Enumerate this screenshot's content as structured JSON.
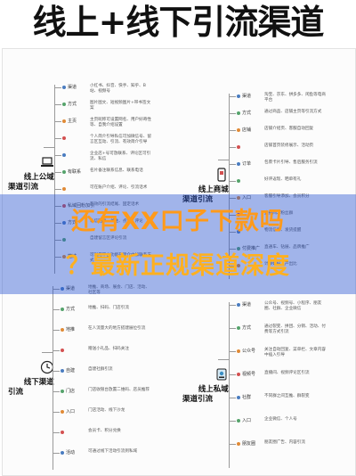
{
  "title": "线上+线下引流渠道",
  "overlay": {
    "line1": "还有XX口子下款吗",
    "line2": "？最新正规渠道深度",
    "color": "#ffa51f"
  },
  "colors": {
    "node_dot": "#4a7cc0",
    "line": "#9a9a9a",
    "overlay": "#2350d2"
  },
  "online_public": {
    "root": "线上公域\n渠道引流",
    "icon": "laptop-icon",
    "branches": [
      {
        "label": "渠道",
        "leaf": "小红书、抖音、快手、知乎、B站、视频号"
      },
      {
        "label": "方式",
        "leaf": "图片图文、短视频图片+带书签文案"
      },
      {
        "label": "主页",
        "leaf": "主页昵称可设置网名、用户好奇性等、自我介绍设置"
      },
      {
        "label": "",
        "leaf": "个人简介引导私信可加微信号、留言区互动、引流、有效简介引导"
      },
      {
        "label": "",
        "leaf": "企业店+号可放联系、评论区可引流、私信"
      },
      {
        "label": "有联系",
        "leaf": "名片备注联系信息、联系电话"
      },
      {
        "label": "",
        "leaf": "可在账户介绍、评论、引流话术"
      },
      {
        "label": "私域回粉加引",
        "leaf": "有效的引流结尾、固定话术"
      },
      {
        "label": "方式",
        "leaf": "私信回复、关注、点赞、评论"
      },
      {
        "label": "",
        "leaf": "自建留言区评论引流"
      },
      {
        "label": "描述",
        "leaf": "可利用平台功能在简介中加联系方式"
      }
    ]
  },
  "online_commerce": {
    "root": "线上商城\n渠道引流",
    "icon": "phone-icon",
    "branches": [
      {
        "label": "渠道",
        "leaf": "淘宝、京东、拼多多、闲鱼等电商平台"
      },
      {
        "label": "方式",
        "leaf": "通过商品、店铺主页等引流方式"
      },
      {
        "label": "店铺",
        "leaf": "店铺介绍页、客服自动回复"
      },
      {
        "label": "",
        "leaf": "店铺首页装修展示、活动页"
      },
      {
        "label": "订单",
        "leaf": "包裹卡片引导、售后服务引流"
      },
      {
        "label": "",
        "leaf": "好评返现、晒单有礼"
      },
      {
        "label": "入口",
        "leaf": "客服引导添加、会员积分"
      },
      {
        "label": "",
        "leaf": "直播间、粉丝群"
      },
      {
        "label": "",
        "leaf": "物流信息、发货提醒"
      },
      {
        "label": "付费推广",
        "leaf": "直通车、钻展、品牌推广"
      },
      {
        "label": "",
        "leaf": "计算好投入产出比"
      }
    ]
  },
  "offline": {
    "root": "线下渠道\n引流",
    "icon": "clock-icon",
    "branches": [
      {
        "label": "渠道",
        "leaf": "地推、商场、展会、门店、活动、社区等"
      },
      {
        "label": "方式",
        "leaf": "地推、扫码、门店引流"
      },
      {
        "label": "地推",
        "leaf": "在人流量大的地方搭建展位引流"
      },
      {
        "label": "",
        "leaf": "赠送小礼品、扫码关注"
      },
      {
        "label": "自建",
        "leaf": "自建社群引流"
      },
      {
        "label": "门店",
        "leaf": "门店收银台放置二维码、店员推荐"
      },
      {
        "label": "入口",
        "leaf": "门店活动、线下沙龙"
      },
      {
        "label": "",
        "leaf": "会员卡、积分兑换"
      },
      {
        "label": "活动",
        "leaf": "可通过线下活动引流到私域"
      }
    ]
  },
  "online_private": {
    "root": "线上私域\n渠道引流",
    "icon": "badge-icon",
    "branches": [
      {
        "label": "渠道",
        "leaf": "公众号、视频号、小程序、朋友圈、社群、企业微信"
      },
      {
        "label": "方式",
        "leaf": "通过裂变、拼团、分销、活动、付费等方式引流"
      },
      {
        "label": "公众号",
        "leaf": "关注自动回复、菜单栏、文章内容中插入引导"
      },
      {
        "label": "视频号",
        "leaf": "直播间、视频评论区引流"
      },
      {
        "label": "社群",
        "leaf": "不同群之间互推、群裂变"
      },
      {
        "label": "入口",
        "leaf": "企业微信、个人号"
      },
      {
        "label": "朋友圈",
        "leaf": "朋友圈广告、内容引流"
      }
    ]
  }
}
